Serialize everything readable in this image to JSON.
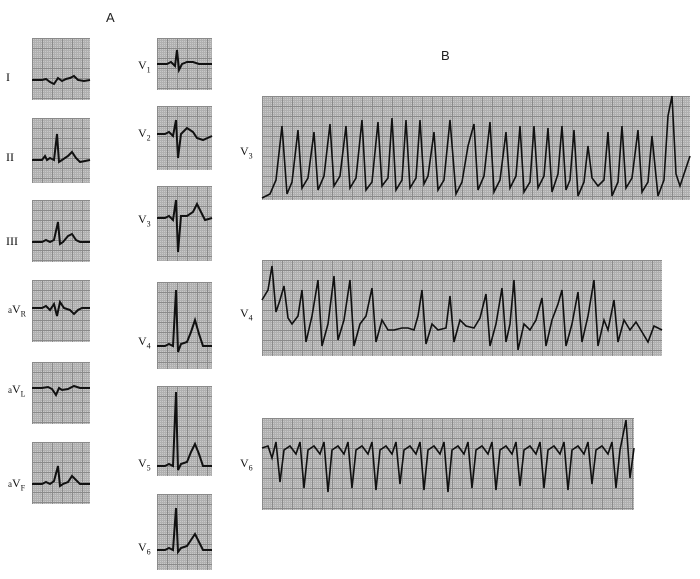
{
  "panels": {
    "a_label": "A",
    "b_label": "B"
  },
  "leads_a_limb": [
    {
      "name": "I",
      "prefix": "",
      "letter": "I",
      "sub": ""
    },
    {
      "name": "II",
      "prefix": "",
      "letter": "II",
      "sub": ""
    },
    {
      "name": "III",
      "prefix": "",
      "letter": "III",
      "sub": ""
    },
    {
      "name": "aVR",
      "prefix": "a",
      "letter": "V",
      "sub": "R"
    },
    {
      "name": "aVL",
      "prefix": "a",
      "letter": "V",
      "sub": "L"
    },
    {
      "name": "aVF",
      "prefix": "a",
      "letter": "V",
      "sub": "F"
    }
  ],
  "leads_a_precordial": [
    {
      "name": "V1",
      "prefix": "",
      "letter": "V",
      "sub": "1"
    },
    {
      "name": "V2",
      "prefix": "",
      "letter": "V",
      "sub": "2"
    },
    {
      "name": "V3",
      "prefix": "",
      "letter": "V",
      "sub": "3"
    },
    {
      "name": "V4",
      "prefix": "",
      "letter": "V",
      "sub": "4"
    },
    {
      "name": "V5",
      "prefix": "",
      "letter": "V",
      "sub": "5"
    },
    {
      "name": "V6",
      "prefix": "",
      "letter": "V",
      "sub": "6"
    }
  ],
  "leads_b": [
    {
      "name": "V3",
      "prefix": "",
      "letter": "V",
      "sub": "3"
    },
    {
      "name": "V4",
      "prefix": "",
      "letter": "V",
      "sub": "4"
    },
    {
      "name": "V6",
      "prefix": "",
      "letter": "V",
      "sub": "6"
    }
  ],
  "colors": {
    "grid_fine": "#b0b0b0",
    "grid_major": "#8a8a8a",
    "paper": "#c8c8c8",
    "trace": "#111111"
  }
}
